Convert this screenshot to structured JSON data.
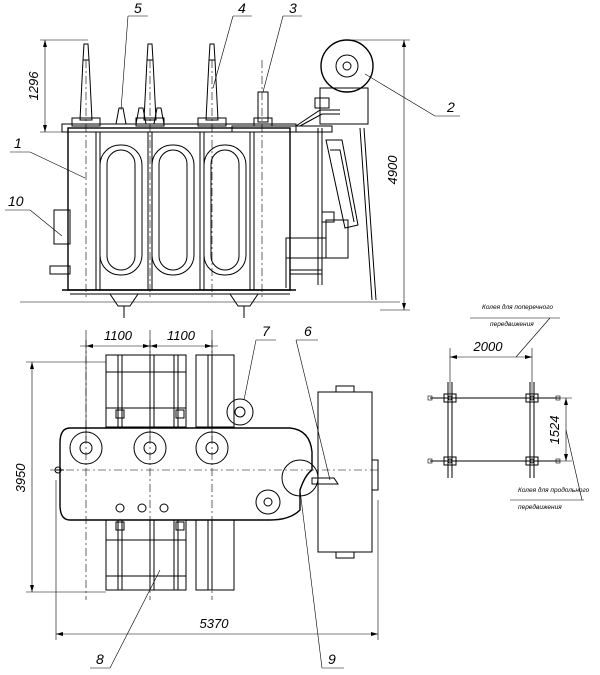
{
  "labels": {
    "l1": "1",
    "l2": "2",
    "l3": "3",
    "l4": "4",
    "l5": "5",
    "l6": "6",
    "l7": "7",
    "l8": "8",
    "l9": "9",
    "l10": "10"
  },
  "dimensions": {
    "bushing_height": "1296",
    "total_height": "4900",
    "spacing_1": "1100",
    "spacing_2": "1100",
    "depth": "3950",
    "length": "5370",
    "track_transverse": "2000",
    "track_longitudinal": "1524"
  },
  "notes": {
    "transverse_line1": "Колея для поперечного",
    "transverse_line2": "передвижения",
    "longitudinal_line1": "Колея для продольного",
    "longitudinal_line2": "передвижения"
  }
}
